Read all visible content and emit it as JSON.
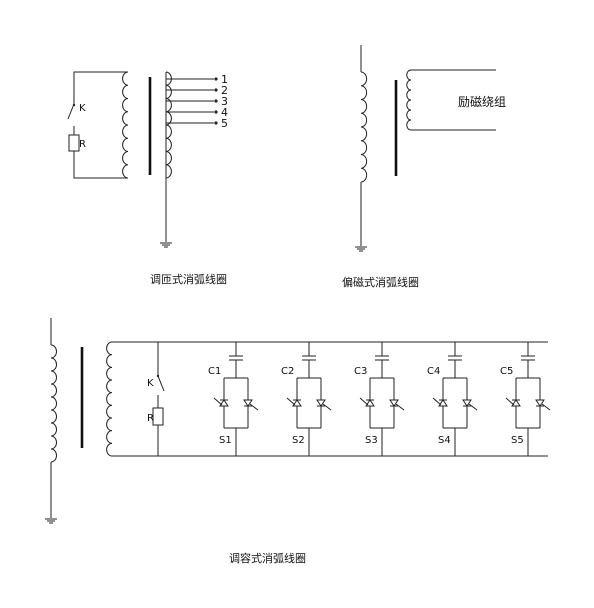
{
  "diagrams": {
    "tap": {
      "caption": "调匝式消弧线圈",
      "switch_label": "K",
      "resistor_label": "R",
      "taps": [
        "1",
        "2",
        "3",
        "4",
        "5"
      ]
    },
    "bias": {
      "caption": "偏磁式消弧线圈",
      "winding_label": "励磁绕组"
    },
    "cap": {
      "caption": "调容式消弧线圈",
      "switch_label": "K",
      "resistor_label": "R",
      "capacitors": [
        "C1",
        "C2",
        "C3",
        "C4",
        "C5"
      ],
      "switches": [
        "S1",
        "S2",
        "S3",
        "S4",
        "S5"
      ]
    }
  }
}
